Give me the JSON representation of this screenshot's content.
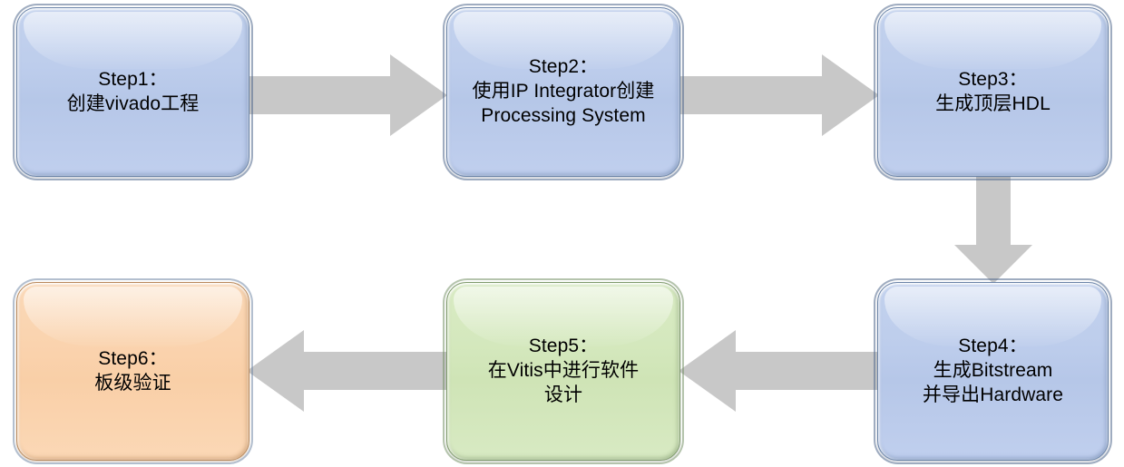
{
  "diagram": {
    "title": "Vivado/Vitis Zynq design flow",
    "colors": {
      "blue_fill": "#bdcdec",
      "green_fill": "#d4e8bd",
      "orange_fill": "#fad3ae",
      "arrow_fill": "#c8c8c8",
      "text": "#000000",
      "background": "#ffffff"
    },
    "nodes": [
      {
        "id": "step1",
        "label": "Step1：\n创建vivado工程",
        "color": "blue"
      },
      {
        "id": "step2",
        "label": "Step2：\n使用IP Integrator创建\nProcessing System",
        "color": "blue"
      },
      {
        "id": "step3",
        "label": "Step3：\n生成顶层HDL",
        "color": "blue"
      },
      {
        "id": "step4",
        "label": "Step4：\n生成Bitstream\n并导出Hardware",
        "color": "blue"
      },
      {
        "id": "step5",
        "label": "Step5：\n在Vitis中进行软件\n设计",
        "color": "green"
      },
      {
        "id": "step6",
        "label": "Step6：\n板级验证",
        "color": "orange"
      }
    ],
    "arrows": [
      {
        "id": "arrow-step1-step2",
        "from": "step1",
        "to": "step2",
        "direction": "right"
      },
      {
        "id": "arrow-step2-step3",
        "from": "step2",
        "to": "step3",
        "direction": "right"
      },
      {
        "id": "arrow-step3-step4",
        "from": "step3",
        "to": "step4",
        "direction": "down"
      },
      {
        "id": "arrow-step4-step5",
        "from": "step4",
        "to": "step5",
        "direction": "left"
      },
      {
        "id": "arrow-step5-step6",
        "from": "step5",
        "to": "step6",
        "direction": "left"
      }
    ]
  }
}
